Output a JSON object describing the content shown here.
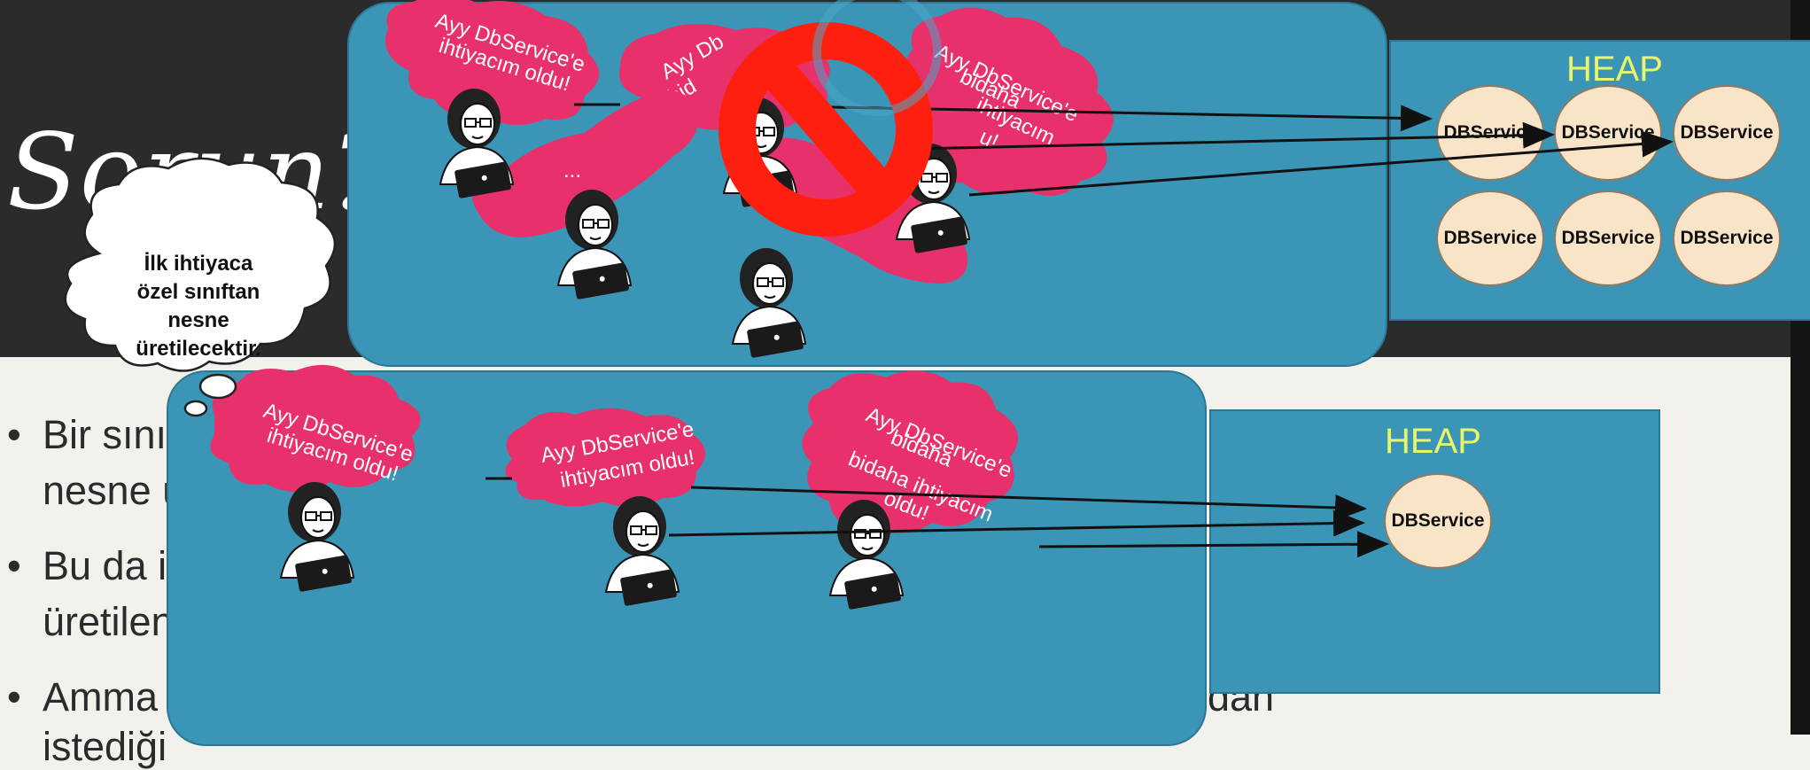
{
  "slide": {
    "title": "Sorun?",
    "bullets": [
      {
        "line1": "Bir sınıf",
        "line2": "nesne ü"
      },
      {
        "line1": "Bu da i",
        "line2": "üretilen"
      },
      {
        "line1": "Amma",
        "tail": "dan",
        "line2": "istediği"
      }
    ]
  },
  "callout": {
    "line1": "İlk ihtiyaca",
    "line2": "özel sınıftan",
    "line3": "nesne",
    "line4": "üretilecektir."
  },
  "top_diagram": {
    "bubble1": {
      "line1": "Ayy DbService'e",
      "line2": "ihtiyacım oldu!"
    },
    "bubble2": {
      "line1": "Ayy Db",
      "line2": "bid"
    },
    "bubble3": {
      "line1": "Ayy DbService'e",
      "line2": "bidaha",
      "line3": "ihtiyacım",
      "line4": "u!"
    },
    "bubble_dots_1": "...",
    "bubble_dots_2": "...",
    "heap_label": "HEAP",
    "objects": [
      "DBService",
      "DBService",
      "DBService",
      "DBService",
      "DBService",
      "DBService"
    ]
  },
  "bottom_diagram": {
    "bubble1": {
      "line1": "Ayy DbService'e",
      "line2": "ihtiyacım oldu!"
    },
    "bubble2": {
      "line1": "Ayy DbService'e",
      "line2": "ihtiyacım oldu!"
    },
    "bubble3": {
      "line1": "Ayy DbService'e",
      "line2": "bidaha",
      "line3": "bidaha ihtiyacım",
      "line4": "oldu!"
    },
    "heap_label": "HEAP",
    "objects": [
      "DBService"
    ]
  },
  "colors": {
    "panel": "#3b95b7",
    "bubble": "#e8306a",
    "heap_label": "#e9f56a",
    "heap_object": "#fae4c8",
    "prohibition": "#ff1f0f"
  }
}
